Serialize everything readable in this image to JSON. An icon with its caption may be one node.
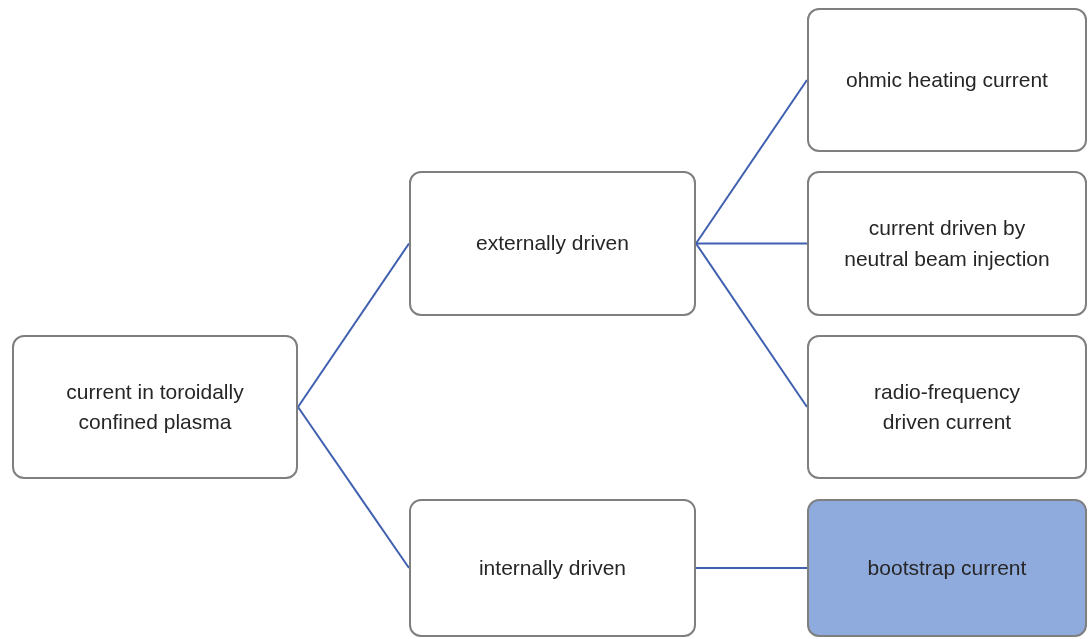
{
  "diagram": {
    "nodes": [
      {
        "text": [
          "current in toroidally confined plasma"
        ]
      },
      {
        "text": [
          "externally driven"
        ]
      },
      {
        "text": [
          "internally driven"
        ]
      },
      {
        "text": [
          "ohmic heating current"
        ]
      },
      {
        "text": [
          "current driven by neutral beam injection"
        ]
      },
      {
        "text": [
          "radio-frequency driven current"
        ]
      },
      {
        "text": [
          "bootstrap current"
        ]
      }
    ],
    "edges": [
      {
        "from": 0,
        "to": 1,
        "arrow": "none"
      },
      {
        "from": 0,
        "to": 2,
        "arrow": "none"
      },
      {
        "from": 1,
        "to": 3,
        "arrow": "none"
      },
      {
        "from": 1,
        "to": 4,
        "arrow": "none"
      },
      {
        "from": 1,
        "to": 5,
        "arrow": "none"
      },
      {
        "from": 2,
        "to": 6,
        "arrow": "none"
      }
    ]
  }
}
